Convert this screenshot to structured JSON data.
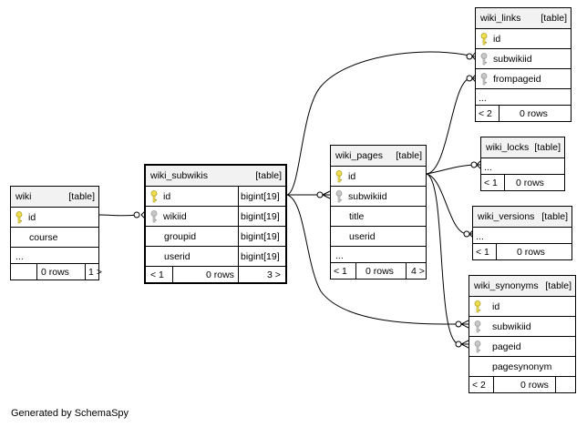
{
  "colors": {
    "primary_key": "#f0e050",
    "foreign_key": "#c8c8c8",
    "header_bg": "#f2f2f2",
    "line": "#000000"
  },
  "tables": {
    "wiki": {
      "name": "wiki",
      "tag": "[table]",
      "columns": [
        {
          "name": "id",
          "key": "primary"
        },
        {
          "name": "course",
          "key": "none"
        }
      ],
      "more": "...",
      "footer": {
        "parents": "",
        "rows": "0 rows",
        "children": "1 >"
      }
    },
    "wiki_subwikis": {
      "name": "wiki_subwikis",
      "tag": "[table]",
      "columns": [
        {
          "name": "id",
          "type": "bigint[19]",
          "key": "primary"
        },
        {
          "name": "wikiid",
          "type": "bigint[19]",
          "key": "foreign"
        },
        {
          "name": "groupid",
          "type": "bigint[19]",
          "key": "none"
        },
        {
          "name": "userid",
          "type": "bigint[19]",
          "key": "none"
        }
      ],
      "footer": {
        "parents": "< 1",
        "rows": "0 rows",
        "children": "3 >"
      }
    },
    "wiki_pages": {
      "name": "wiki_pages",
      "tag": "[table]",
      "columns": [
        {
          "name": "id",
          "key": "primary"
        },
        {
          "name": "subwikiid",
          "key": "foreign"
        },
        {
          "name": "title",
          "key": "none"
        },
        {
          "name": "userid",
          "key": "none"
        }
      ],
      "more": "...",
      "footer": {
        "parents": "< 1",
        "rows": "0 rows",
        "children": "4 >"
      }
    },
    "wiki_links": {
      "name": "wiki_links",
      "tag": "[table]",
      "columns": [
        {
          "name": "id",
          "key": "primary"
        },
        {
          "name": "subwikiid",
          "key": "foreign"
        },
        {
          "name": "frompageid",
          "key": "foreign"
        }
      ],
      "more": "...",
      "footer": {
        "parents": "< 2",
        "rows": "0 rows"
      }
    },
    "wiki_locks": {
      "name": "wiki_locks",
      "tag": "[table]",
      "more": "...",
      "footer": {
        "parents": "< 1",
        "rows": "0 rows"
      }
    },
    "wiki_versions": {
      "name": "wiki_versions",
      "tag": "[table]",
      "more": "...",
      "footer": {
        "parents": "< 1",
        "rows": "0 rows"
      }
    },
    "wiki_synonyms": {
      "name": "wiki_synonyms",
      "tag": "[table]",
      "columns": [
        {
          "name": "id",
          "key": "primary"
        },
        {
          "name": "subwikiid",
          "key": "foreign"
        },
        {
          "name": "pageid",
          "key": "foreign"
        },
        {
          "name": "pagesynonym",
          "key": "none"
        }
      ],
      "footer": {
        "parents": "< 2",
        "rows": "0 rows"
      }
    }
  },
  "relationships": [
    {
      "from": "wiki.id",
      "to": "wiki_subwikis.wikiid"
    },
    {
      "from": "wiki_subwikis.id",
      "to": "wiki_pages.subwikiid"
    },
    {
      "from": "wiki_subwikis.id",
      "to": "wiki_links.subwikiid"
    },
    {
      "from": "wiki_subwikis.id",
      "to": "wiki_synonyms.subwikiid"
    },
    {
      "from": "wiki_pages.id",
      "to": "wiki_links.frompageid"
    },
    {
      "from": "wiki_pages.id",
      "to": "wiki_locks"
    },
    {
      "from": "wiki_pages.id",
      "to": "wiki_versions"
    },
    {
      "from": "wiki_pages.id",
      "to": "wiki_synonyms.pageid"
    }
  ],
  "generated_by": "Generated by SchemaSpy"
}
